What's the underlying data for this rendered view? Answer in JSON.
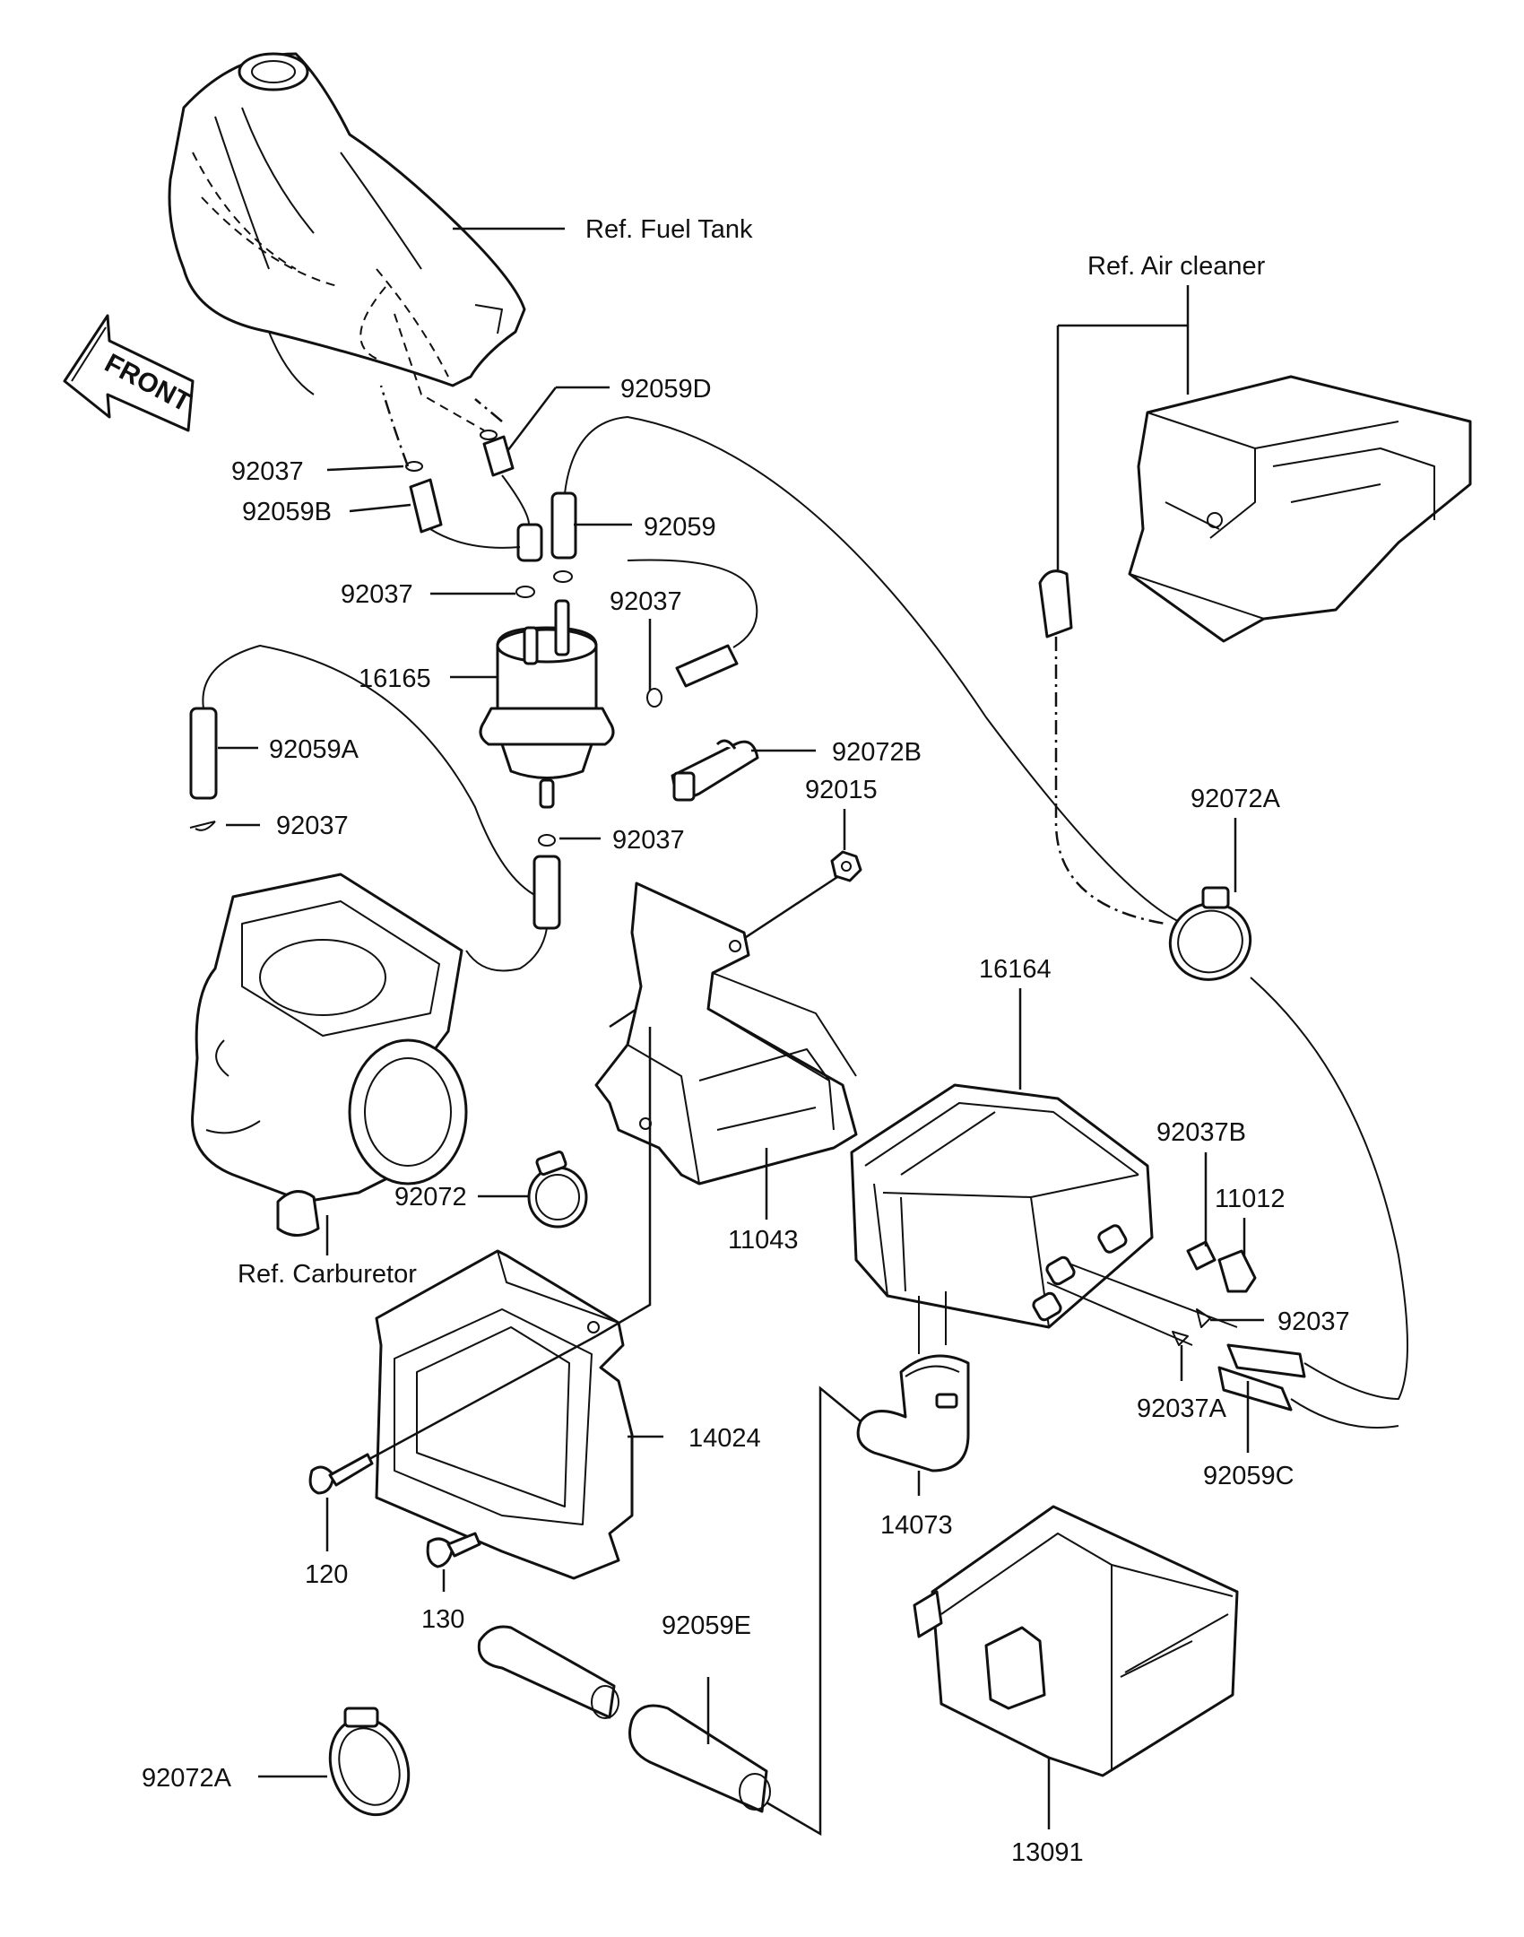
{
  "front_arrow": "FRONT",
  "labels": {
    "fuel_tank": "Ref. Fuel Tank",
    "air_cleaner": "Ref. Air cleaner",
    "carburetor": "Ref. Carburetor",
    "p92059D": "92059D",
    "p92037_a": "92037",
    "p92059B": "92059B",
    "p92059": "92059",
    "p92037_b": "92037",
    "p92037_c": "92037",
    "p16165": "16165",
    "p92059A": "92059A",
    "p92072B": "92072B",
    "p92015": "92015",
    "p92037_d": "92037",
    "p92037_e": "92037",
    "p92072A_top": "92072A",
    "p16164": "16164",
    "p92037B": "92037B",
    "p11012": "11012",
    "p92037_f": "92037",
    "p92037A": "92037A",
    "p92059C": "92059C",
    "p11043": "11043",
    "p92072": "92072",
    "p14024": "14024",
    "p14073": "14073",
    "p120": "120",
    "p130": "130",
    "p92059E": "92059E",
    "p92072A_bottom": "92072A",
    "p13091": "13091"
  }
}
